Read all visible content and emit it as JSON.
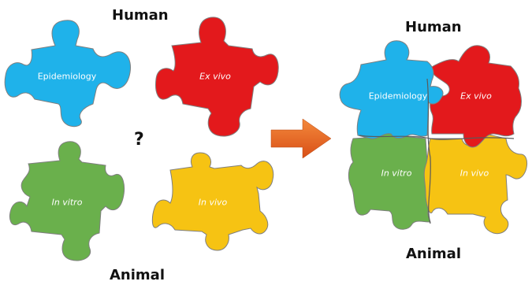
{
  "headings": {
    "left_top": "Human",
    "left_bottom": "Animal",
    "right_top": "Human",
    "right_bottom": "Animal",
    "question": "?"
  },
  "pieces": {
    "epidemiology": "Epidemiology",
    "ex_vivo": "Ex vivo",
    "in_vitro": "In vitro",
    "in_vivo": "In vivo"
  },
  "colors": {
    "epidemiology": "#1fb2ea",
    "ex_vivo": "#e3191c",
    "in_vitro": "#6ab04c",
    "in_vivo": "#f6c313",
    "arrow": "#ef6a22",
    "outline": "#7f7f7f"
  }
}
